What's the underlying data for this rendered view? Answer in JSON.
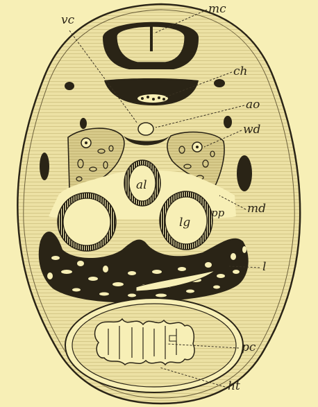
{
  "figure": {
    "labels": {
      "vc": "vc",
      "mc": "mc",
      "ch": "ch",
      "ao": "ao",
      "wd": "wd",
      "md": "md",
      "pp": "pp",
      "al": "al",
      "lg": "lg",
      "l": "l",
      "pc": "pc",
      "ht": "ht"
    }
  }
}
